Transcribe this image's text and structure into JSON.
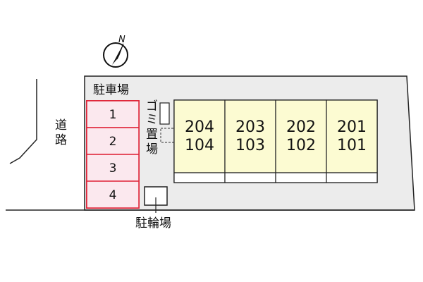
{
  "compass": {
    "north_label": "N",
    "icon": "compass-icon"
  },
  "road": {
    "label_line1": "道",
    "label_line2": "路"
  },
  "parking": {
    "title": "駐車場",
    "spots": [
      "1",
      "2",
      "3",
      "4"
    ],
    "fill_color": "#fbe8ee",
    "border_color": "#e0263a"
  },
  "garbage": {
    "label_chars": [
      "ゴ",
      "ミ",
      "置",
      "場"
    ]
  },
  "bicycle": {
    "label": "駐輪場"
  },
  "building": {
    "fill_color": "#fcfbd2",
    "units": [
      {
        "upper": "204",
        "lower": "104"
      },
      {
        "upper": "203",
        "lower": "103"
      },
      {
        "upper": "202",
        "lower": "102"
      },
      {
        "upper": "201",
        "lower": "101"
      }
    ]
  },
  "site": {
    "fill_color": "#ececec"
  }
}
